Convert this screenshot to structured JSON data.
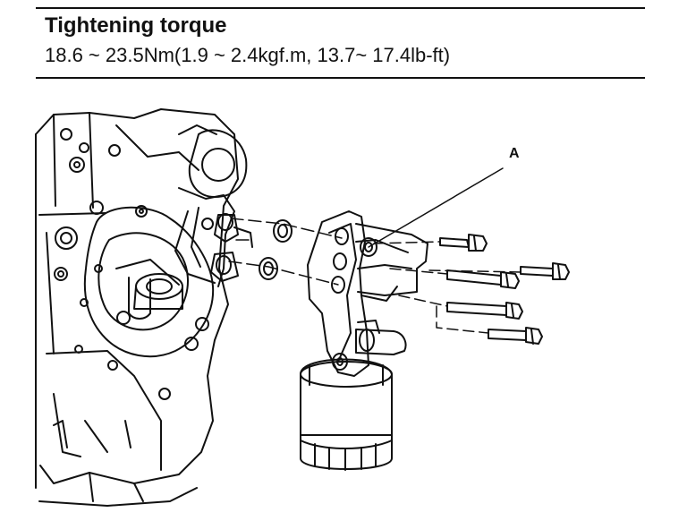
{
  "spec": {
    "heading": "Tightening torque",
    "value": "18.6 ~ 23.5Nm(1.9 ~ 2.4kgf.m, 13.7~ 17.4lb-ft)"
  },
  "figure": {
    "callout_label": "A"
  }
}
